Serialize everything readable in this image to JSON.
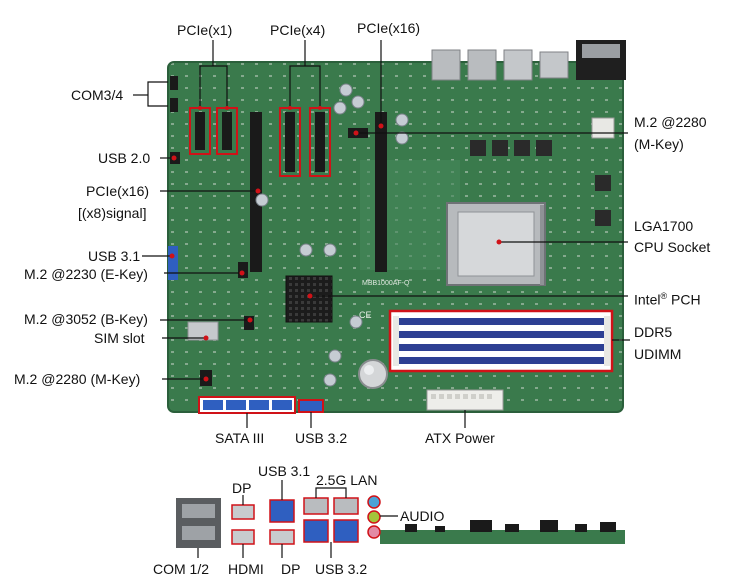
{
  "colors": {
    "board": "#3a7a4c",
    "board_dark": "#2b5f3b",
    "callout": "#d01218",
    "dimm_slot": "#2d3f93",
    "sata": "#2f5fc0",
    "usb3": "#2f5fc0",
    "connector": "#1a1a1a",
    "label_text": "#111111"
  },
  "board_labels": {
    "pcie_x1": "PCIe(x1)",
    "pcie_x4": "PCIe(x4)",
    "pcie_x16_top": "PCIe(x16)",
    "com34": "COM3/4",
    "usb20": "USB 2.0",
    "pcie_x16_x8_line1": "PCIe(x16)",
    "pcie_x16_x8_line2": "[(x8)signal]",
    "usb31_left": "USB 3.1",
    "m2_2230": "M.2 @2230 (E-Key)",
    "m2_3052": "M.2 @3052 (B-Key)",
    "sim_slot": "SIM slot",
    "m2_2280_left": "M.2 @2280 (M-Key)",
    "m2_2280_right_line1": "M.2 @2280",
    "m2_2280_right_line2": "(M-Key)",
    "lga1700_line1": "LGA1700",
    "lga1700_line2": "CPU Socket",
    "pch_prefix": "Intel",
    "pch_reg": "®",
    "pch_suffix": " PCH",
    "ddr5_line1": "DDR5",
    "ddr5_line2": "UDIMM",
    "sata3": "SATA III",
    "usb32_board": "USB 3.2",
    "atx_power": "ATX Power",
    "board_silkscreen": "MBB1000AF-Q",
    "ce_mark": "CE"
  },
  "io_labels": {
    "usb31": "USB 3.1",
    "dp_top": "DP",
    "lan": "2.5G LAN",
    "audio": "AUDIO",
    "com12": "COM 1/2",
    "hdmi": "HDMI",
    "dp_bottom": "DP",
    "usb32": "USB 3.2"
  },
  "icons": {
    "cpu_socket": "lga1700-socket",
    "heatsink": "pch-heatsink",
    "battery": "coin-cell-battery"
  }
}
